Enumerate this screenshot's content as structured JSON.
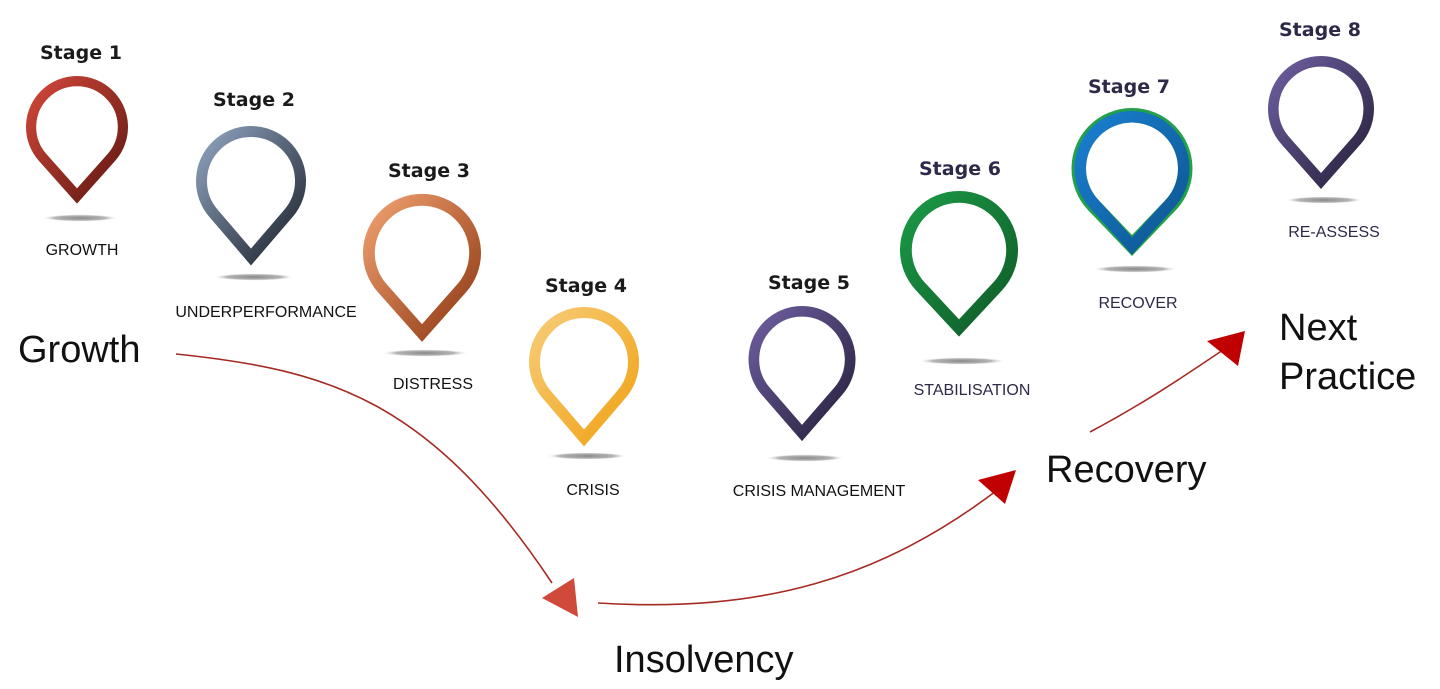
{
  "title": "Business lifecycle stages",
  "stages": [
    {
      "number": 1,
      "title": "Stage 1",
      "label": "GROWTH",
      "colors": [
        "#d2473a",
        "#5e1812"
      ]
    },
    {
      "number": 2,
      "title": "Stage 2",
      "label": "UNDERPERFORMANCE",
      "colors": [
        "#8fa3bf",
        "#1d222c"
      ]
    },
    {
      "number": 3,
      "title": "Stage 3",
      "label": "DISTRESS",
      "colors": [
        "#f0a070",
        "#8e3812"
      ]
    },
    {
      "number": 4,
      "title": "Stage 4",
      "label": "CRISIS",
      "colors": [
        "#f7cc78",
        "#f0a214"
      ]
    },
    {
      "number": 5,
      "title": "Stage 5",
      "label": "CRISIS MANAGEMENT",
      "colors": [
        "#6e5ea0",
        "#26203a"
      ]
    },
    {
      "number": 6,
      "title": "Stage 6",
      "label": "STABILISATION",
      "colors": [
        "#1b9a46",
        "#0f5a28"
      ]
    },
    {
      "number": 7,
      "title": "Stage 7",
      "label": "RECOVER",
      "colors": [
        "#1a7fd0",
        "#0d5590"
      ]
    },
    {
      "number": 8,
      "title": "Stage 8",
      "label": "RE-ASSESS",
      "colors": [
        "#6e5ea0",
        "#26203a"
      ]
    }
  ],
  "phases": {
    "growth": "Growth",
    "insolvency": "Insolvency",
    "recovery": "Recovery",
    "next_practice_line1": "Next",
    "next_practice_line2": "Practice"
  },
  "colors": {
    "curve": "#a52a22",
    "arrowhead_down": "#cf4a3a",
    "arrowhead_up": "#c00000",
    "shadow": "#9a9a9a",
    "stage7_rim": "#22a04a"
  }
}
